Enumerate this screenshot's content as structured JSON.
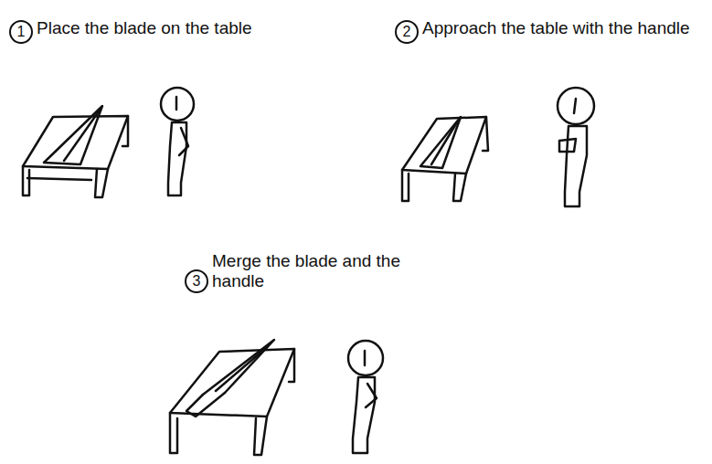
{
  "diagram": {
    "nodes": [
      {
        "text": [
          "1"
        ]
      },
      {
        "text": [
          "2"
        ]
      },
      {
        "text": [
          "3"
        ]
      }
    ],
    "labels": [
      "Place the blade on the table",
      "Approach the table with the handle",
      "Merge the blade and the handle"
    ]
  }
}
